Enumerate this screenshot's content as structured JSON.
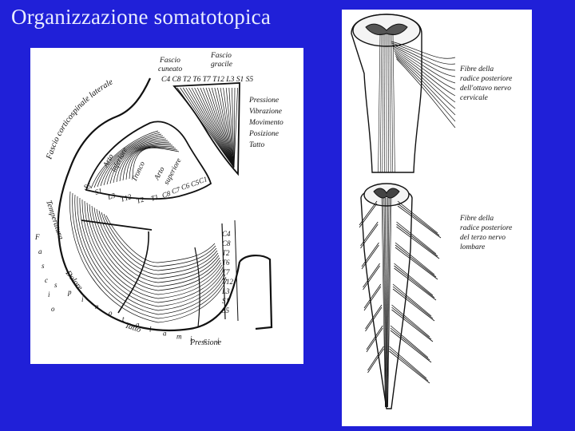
{
  "slide": {
    "title": "Organizzazione somatotopica",
    "background_color": "#2020d8",
    "title_color": "#e8ecff"
  },
  "left_diagram": {
    "top_labels": {
      "fascio_cuneato": [
        "Fascio",
        "cuneato"
      ],
      "fascio_gracile": [
        "Fascio",
        "gracile"
      ],
      "segments": "C4 C8 T2 T6 T7 T12 L3 S1 S5"
    },
    "sensations": [
      "Pressione",
      "Vibrazione",
      "Movimento",
      "Posizione",
      "Tatto"
    ],
    "curved_label": "Fascio corticospinale laterale",
    "inner_labels": {
      "arto_inferiore": [
        "Arto",
        "inferiore"
      ],
      "tronco": "Tronco",
      "arto_superiore": [
        "Arto",
        "superiore"
      ]
    },
    "ring_segments": [
      "S5",
      "S1",
      "L3",
      "T12",
      "T2",
      "T1",
      "C8",
      "C7",
      "C6",
      "C5",
      "C1"
    ],
    "side_segments": [
      "C4",
      "C8",
      "T2",
      "T6",
      "T7",
      "T12",
      "L3",
      "S1",
      "S5"
    ],
    "lower_labels": [
      "Temperatura",
      "Dolore",
      "Tatto",
      "Pressione"
    ],
    "vertical_label_letters": [
      "F",
      "a",
      "s",
      "c",
      "i",
      "o"
    ],
    "bottom_label_letters": [
      "s",
      "p",
      "i",
      "n",
      "o",
      "t",
      "a",
      "l",
      "a",
      "m",
      "i",
      "c",
      "i"
    ]
  },
  "right_diagram": {
    "label_cervical": [
      "Fibre della",
      "radice posteriore",
      "dell'ottavo nervo",
      "cervicale"
    ],
    "label_lumbar": [
      "Fibre della",
      "radice posteriore",
      "del terzo nervo",
      "lombare"
    ]
  }
}
